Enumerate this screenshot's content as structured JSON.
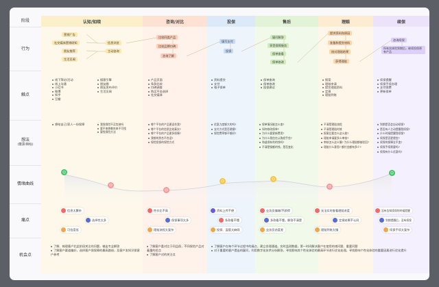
{
  "rows": {
    "stage": "阶段",
    "action": "行为",
    "touch": "触点",
    "think_line1": "想法",
    "think_line2": "(需求/目标)",
    "emotion": "情绪曲线",
    "pain": "痛点",
    "opp": "机会点"
  },
  "stages": [
    {
      "name": "认知/知晓",
      "color": "#fbf0c9"
    },
    {
      "name": "咨询/对比",
      "color": "#fde1d2"
    },
    {
      "name": "投保",
      "color": "#dce9f9"
    },
    {
      "name": "售后",
      "color": "#e3f3d7"
    },
    {
      "name": "理赔",
      "color": "#fdebd2"
    },
    {
      "name": "续保",
      "color": "#ece3fb"
    }
  ],
  "actions": {
    "s1": [
      "营销广告",
      "社交媒体营销研知",
      "朋友推荐",
      "生活见闻",
      "信息浏览",
      "主动咨询"
    ],
    "s2": [
      "比较同类产品",
      "比较品牌口碑",
      "咨询了解"
    ],
    "s3": [
      "填写支付",
      "投保"
    ],
    "s4": [
      "疑问解答",
      "享受保障服务",
      "保单查看",
      "保单修改"
    ],
    "s5": [
      "提供资料和原因",
      "准备和提交材料",
      "核对理赔结果",
      "获得理赔"
    ],
    "s6": [
      "咨询续保",
      "所有实体险到期后，继续投保原有产品"
    ]
  },
  "touch": {
    "s1a": [
      "线下拜访/活动",
      "线上沟通",
      "小红书",
      "微博",
      "知乎",
      "豆瓣"
    ],
    "s1b": [
      "搜客引擎",
      "朋友圈",
      "朋友发布评价",
      "生活见闻"
    ],
    "s2": [
      "产品页面",
      "条款比较",
      "口碑调查",
      "购买平台选择",
      "社交媒体"
    ],
    "s3": [
      "资料提交",
      "支付",
      "电子保单"
    ],
    "s4": [
      "保单查询",
      "保单修改",
      "投保建议"
    ],
    "s5": [
      "报案",
      "理赔申请",
      "提交理赔资料",
      "定损",
      "理赔到账"
    ],
    "s6": [
      "续保提醒",
      "续保手续办理",
      "支付保费",
      "更新保单"
    ]
  },
  "think": {
    "s1a": [
      "想给自己/家人一份保障"
    ],
    "s1b": [
      "我保保险不买包装吗",
      "要不来想着吃来不可找",
      "要找保险方法"
    ],
    "s2": [
      "哪个平台的产品更适合我?",
      "哪个平台的信息比较真实?",
      "哪个平台的产品更多保障?",
      "我想的到合不合适?",
      "保险投保的保险方式"
    ],
    "s3": [
      "优惠力度够大的吗?",
      "支付方式是否便捷?",
      "保险费率够不够好?"
    ],
    "s4": [
      "保单情况能怎么查?",
      "如何修改保单?",
      "为什么要更新费用?",
      "为什么我信在认购经手些?",
      "和退保有利的钱吗?",
      "不清楚保额的钱，是否变化"
    ],
    "s5": [
      "不清楚理赔流程",
      "不清楚理赔时效",
      "报案后要怎么这么放?",
      "理赔申请要多么审核?",
      "审核怎么这么慢?",
      "为什么理赔都被驳回?",
      "理赔什么意思?",
      "额付金额有多少?"
    ],
    "s6": [
      "到期是否会自动续保?",
      "是否有人主动提醒我续保?",
      "什么时候提醒我续保?",
      "续保是否更便宜?",
      "续保的保障全不变?",
      "续保手续需要吗?",
      "续保有什么优惠吗?"
    ]
  },
  "pain": {
    "s1": [
      "信息太繁杂",
      "选择性太多",
      "可信度低"
    ],
    "s2": [
      "性价比不高",
      "保保事项太多",
      "理赔流程太复杂"
    ],
    "s3": [
      "资料上传不便",
      "条款看不懂",
      "投保、监管太麻烦"
    ],
    "s4": [
      "业务员偏端/不顾得",
      "多款看不懂，解答不清楚",
      "业务员态度差"
    ],
    "s5": [
      "无法实时查看理赔进度",
      "定损结果不认同",
      "理赔到账太慢"
    ],
    "s6": [
      "没有告知续保的时候提醒",
      "到期提醒后，没有续保",
      "续保手续太复杂"
    ]
  },
  "opp": {
    "s1": [
      "了解、梳理客户北此阶段关注的问题，输出专业解答",
      "了解客户渠道偏好，选择客户保保障的最高路线，及客户发知识保客户参考"
    ],
    "s2": [
      "了解客户喜对比于同品保，不同保险产品对着重的优点",
      "了解客户对的关注点"
    ],
    "s3": [
      "了解客户在每个环节过程中的痛点，建立合理通道。实时监测数据，第一时间解决客户在使用的诸问题、重要问题",
      "对于重要的客户提出的疑问，利用数字化技术分析解答，寻找影响其个性化体验的最高环节进行优化处理。寻找影响个性化体验的重要因素进行优化提升"
    ]
  },
  "colors": {
    "face_happy": "#46c46a",
    "face_neutral": "#f5c542",
    "face_sad": "#f29a9a"
  }
}
